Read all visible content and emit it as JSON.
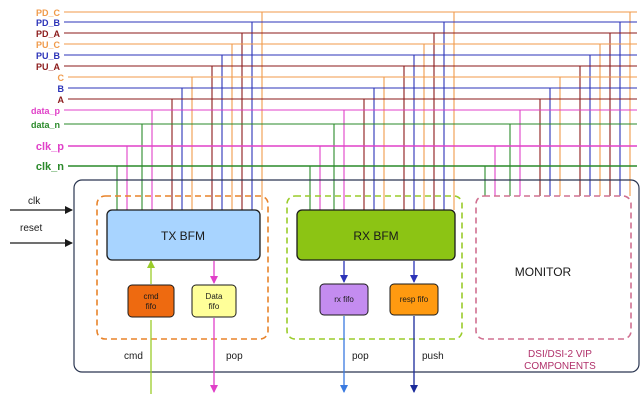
{
  "bus": {
    "signals": [
      {
        "label": "PD_C",
        "color": "#f09a4a"
      },
      {
        "label": "PD_B",
        "color": "#2b33b8"
      },
      {
        "label": "PD_A",
        "color": "#8b1a1a"
      },
      {
        "label": "PU_C",
        "color": "#f09a4a"
      },
      {
        "label": "PU_B",
        "color": "#2b33b8"
      },
      {
        "label": "PU_A",
        "color": "#8b1a1a"
      },
      {
        "label": "C",
        "color": "#f09a4a"
      },
      {
        "label": "B",
        "color": "#2b33b8"
      },
      {
        "label": "A",
        "color": "#8b1a1a"
      },
      {
        "label": "data_p",
        "color": "#e040c8"
      },
      {
        "label": "data_n",
        "color": "#2a8a2a"
      },
      {
        "label": "clk_p",
        "color": "#e040c8"
      },
      {
        "label": "clk_n",
        "color": "#2a8a2a"
      }
    ]
  },
  "inputs": {
    "clk": "clk",
    "reset": "reset"
  },
  "blocks": {
    "tx_bfm": "TX BFM",
    "rx_bfm": "RX BFM",
    "monitor": "MONITOR",
    "cmd_fifo": [
      "cmd",
      "fifo"
    ],
    "data_fifo": [
      "Data",
      "fifo"
    ],
    "rx_fifo": "rx fifo",
    "resp_fifo": "resp fifo"
  },
  "ports": {
    "cmd": "cmd",
    "tx_pop": "pop",
    "rx_pop": "pop",
    "push": "push"
  },
  "caption": [
    "DSI/DSI-2 VIP",
    "COMPONENTS"
  ],
  "colors": {
    "tx_bfm_fill": "#a8d4ff",
    "rx_bfm_fill": "#8cc414",
    "cmd_fifo_fill": "#ee6a10",
    "data_fifo_fill": "#ffff99",
    "rx_fifo_fill": "#c48cf0",
    "resp_fifo_fill": "#ff9a10",
    "tx_group_border": "#e8832a",
    "rx_group_border": "#9acc2a",
    "monitor_border": "#d07090",
    "caption_color": "#b0306a"
  }
}
